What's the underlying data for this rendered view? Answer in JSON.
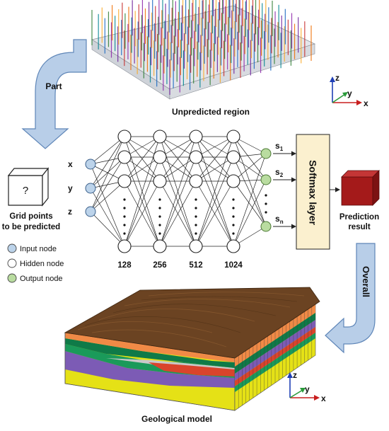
{
  "labels": {
    "part": "Part",
    "overall": "Overall",
    "unpredicted_region": "Unpredicted region",
    "grid_points_line1": "Grid points",
    "grid_points_line2": "to be predicted",
    "question_mark": "?",
    "softmax_layer": "Softmax layer",
    "prediction_line1": "Prediction",
    "prediction_line2": "result",
    "geological_model": "Geological model"
  },
  "inputs": [
    "x",
    "y",
    "z"
  ],
  "outputs": [
    {
      "base": "s",
      "sub": "1"
    },
    {
      "base": "s",
      "sub": "2"
    },
    {
      "base": "s",
      "sub": "n"
    }
  ],
  "hidden_layer_sizes": [
    "128",
    "256",
    "512",
    "1024"
  ],
  "legend": [
    {
      "label": "Input node",
      "color": "#bcd3ea"
    },
    {
      "label": "Hidden node",
      "color": "#ffffff"
    },
    {
      "label": "Output node",
      "color": "#b9dca0"
    }
  ],
  "axes": {
    "x": "x",
    "y": "y",
    "z": "z"
  },
  "colors": {
    "arrow_fill": "#b8cee8",
    "arrow_stroke": "#5f86b8",
    "softmax_fill": "#fbf0cf",
    "prediction_cube": "#a41a1a",
    "terrain": "#6b4322"
  }
}
